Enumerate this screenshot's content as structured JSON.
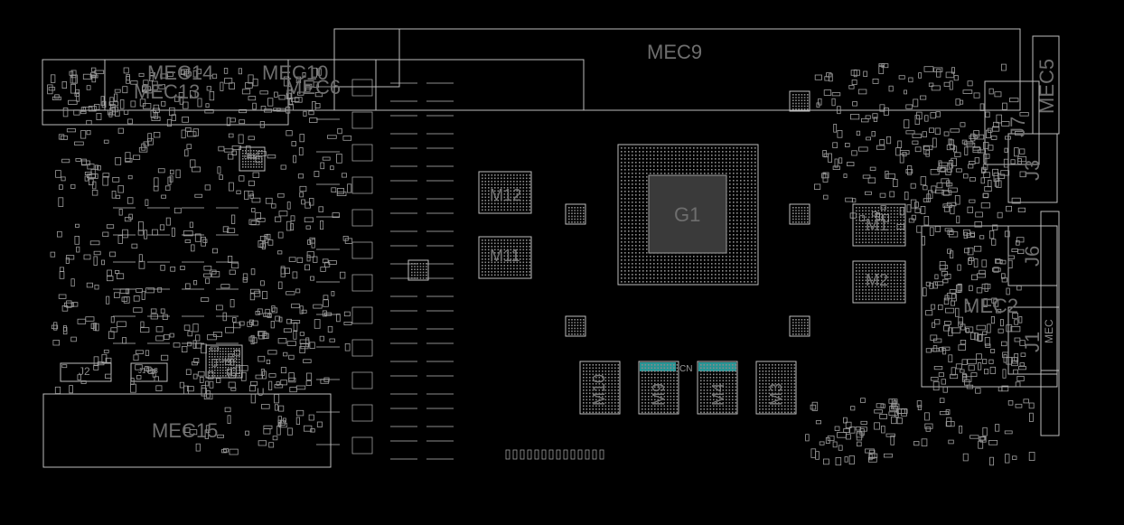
{
  "board": {
    "background": "#000000",
    "outline_color": "#bdbdbd",
    "pad_color": "#9e9e9e",
    "highlight_color": "#33c7c7",
    "gpu": {
      "label": "G1"
    },
    "memory": [
      {
        "label": "M12"
      },
      {
        "label": "M11"
      },
      {
        "label": "M1"
      },
      {
        "label": "M2"
      },
      {
        "label": "M10"
      },
      {
        "label": "M9"
      },
      {
        "label": "M4"
      },
      {
        "label": "M3"
      }
    ],
    "mec": {
      "mec9": "MEC9",
      "mec14": "MEC14",
      "mec10": "MEC10",
      "mec13": "MEC13",
      "mec6": "MEC6",
      "mec15": "MEC15",
      "mec5": "MEC5",
      "mec2": "MEC2",
      "mec": "MEC"
    },
    "connectors": {
      "j7": "J7",
      "j3": "J3",
      "j6": "J6",
      "j1": "J1",
      "j2": "J2",
      "j1718": "J1718"
    },
    "chips": {
      "u4052": "U4052",
      "u4051": "U4051",
      "cn": "CN",
      "u_bottom": "U"
    }
  }
}
